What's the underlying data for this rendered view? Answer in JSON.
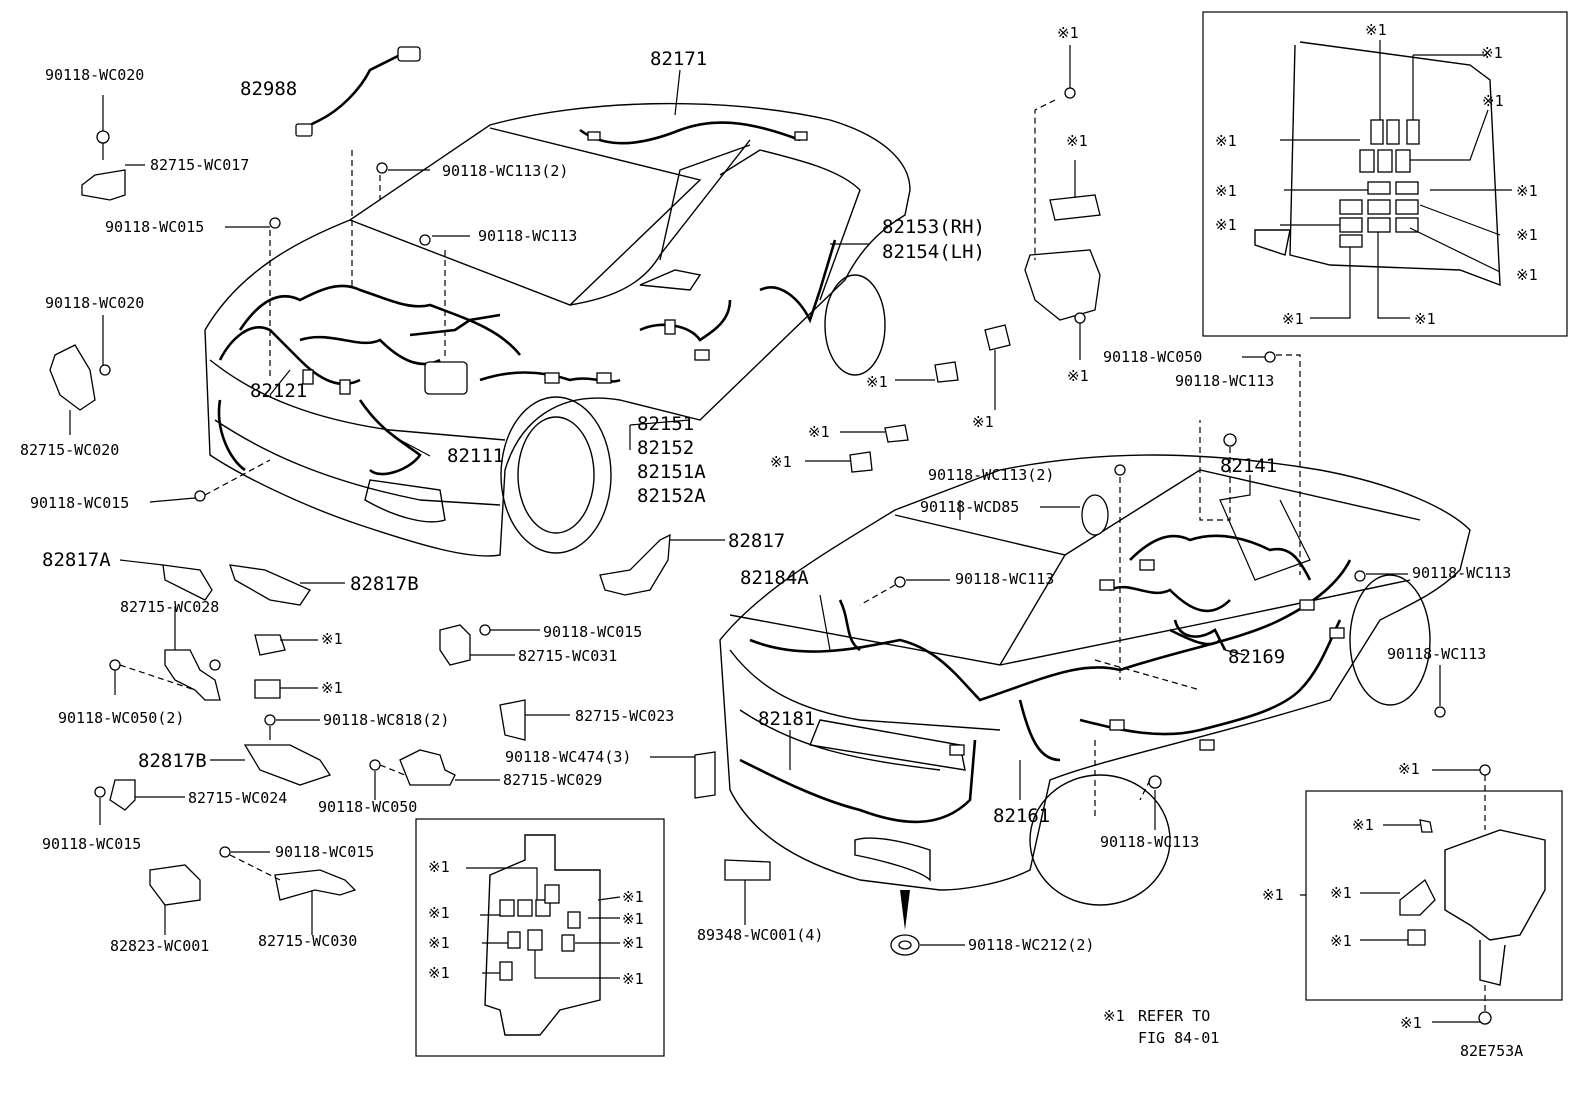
{
  "diagram_code": "82E753A",
  "refer_note": {
    "mark": "※1",
    "line1": "REFER TO",
    "line2": "FIG 84-01"
  },
  "ref_mark": "※1",
  "labels": {
    "p82988": "82988",
    "p90118_WC020_a": "90118-WC020",
    "p82715_WC017": "82715-WC017",
    "p90118_WC015_a": "90118-WC015",
    "p90118_WC020_b": "90118-WC020",
    "p82715_WC020": "82715-WC020",
    "p90118_WC015_b": "90118-WC015",
    "p82171": "82171",
    "p90118_WC113_2_a": "90118-WC113(2)",
    "p90118_WC113_a": "90118-WC113",
    "p82153RH": "82153(RH)",
    "p82154LH": "82154(LH)",
    "p82121": "82121",
    "p82111": "82111",
    "p82151": "82151",
    "p82152": "82152",
    "p82151A": "82151A",
    "p82152A": "82152A",
    "p82817A": "82817A",
    "p82817B_a": "82817B",
    "p82715_WC028": "82715-WC028",
    "p90118_WC050_2": "90118-WC050(2)",
    "p90118_WC015_c": "90118-WC015",
    "p82715_WC031": "82715-WC031",
    "p82817": "82817",
    "p90118_WC818_2": "90118-WC818(2)",
    "p82715_WC023": "82715-WC023",
    "p82817B_b": "82817B",
    "p82715_WC024": "82715-WC024",
    "p90118_WC050_a": "90118-WC050",
    "p82715_WC029": "82715-WC029",
    "p90118_WC474_3": "90118-WC474(3)",
    "p90118_WC015_d": "90118-WC015",
    "p90118_WC015_e": "90118-WC015",
    "p82823_WC001": "82823-WC001",
    "p82715_WC030": "82715-WC030",
    "p89348_WC001_4": "89348-WC001(4)",
    "p90118_WC212_2": "90118-WC212(2)",
    "p90118_WC050_b": "90118-WC050",
    "p90118_WC113_b": "90118-WC113",
    "p90118_WC113_2_b": "90118-WC113(2)",
    "p82141": "82141",
    "p90118_WCD85": "90118-WCD85",
    "p82184A": "82184A",
    "p90118_WC113_c": "90118-WC113",
    "p90118_WC113_d": "90118-WC113",
    "p82169": "82169",
    "p90118_WC113_e": "90118-WC113",
    "p82181": "82181",
    "p82161": "82161",
    "p90118_WC113_f": "90118-WC113"
  }
}
